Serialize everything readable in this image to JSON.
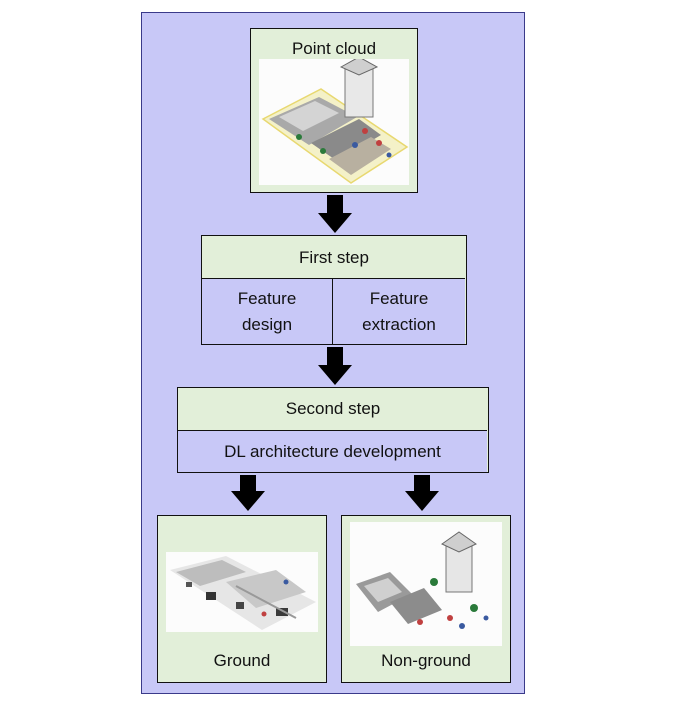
{
  "diagram": {
    "point_cloud": {
      "title": "Point cloud",
      "image_icon": "point-cloud-city-icon"
    },
    "first_step": {
      "title": "First step",
      "left_cell": "Feature\ndesign",
      "right_cell": "Feature\nextraction"
    },
    "second_step": {
      "title": "Second step",
      "body": "DL architecture development"
    },
    "outputs": [
      {
        "label": "Ground",
        "image_icon": "ground-points-icon"
      },
      {
        "label": "Non-ground",
        "image_icon": "non-ground-points-icon"
      }
    ],
    "colors": {
      "panel": "#c8c8f7",
      "box_fill": "#e2efd9",
      "border": "#111111",
      "arrow": "#000000"
    }
  }
}
